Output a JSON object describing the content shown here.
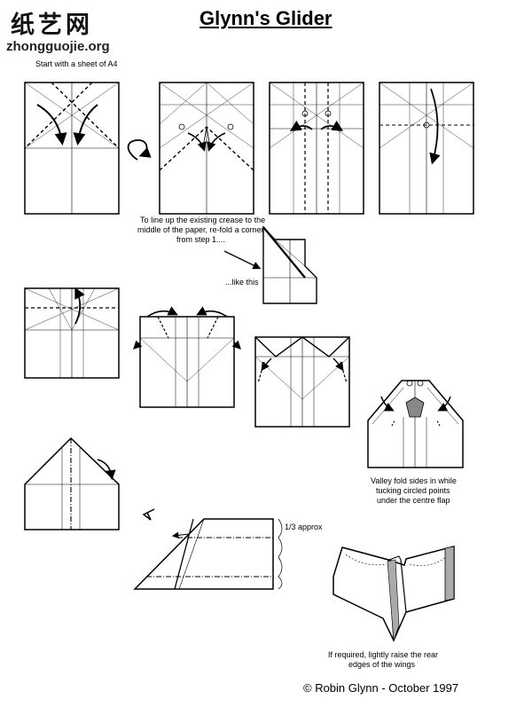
{
  "header": {
    "logo_chinese": "纸艺网",
    "logo_url": "zhongguojie.org",
    "title": "Glynn's Glider",
    "start_note": "Start with a sheet of A4"
  },
  "instructions": {
    "step5_line1": "To line up the existing crease to the",
    "step5_line2": "middle of the paper, re-fold a corner",
    "step5_line3": "from step 1....",
    "like_this": "...like this",
    "valley_line1": "Valley fold sides in while",
    "valley_line2": "tucking circled points",
    "valley_line3": "under the centre flap",
    "third_approx": "1/3 approx",
    "raise_line1": "If required, lightly raise the rear",
    "raise_line2": "edges of the wings"
  },
  "credit": "© Robin Glynn - October 1997"
}
